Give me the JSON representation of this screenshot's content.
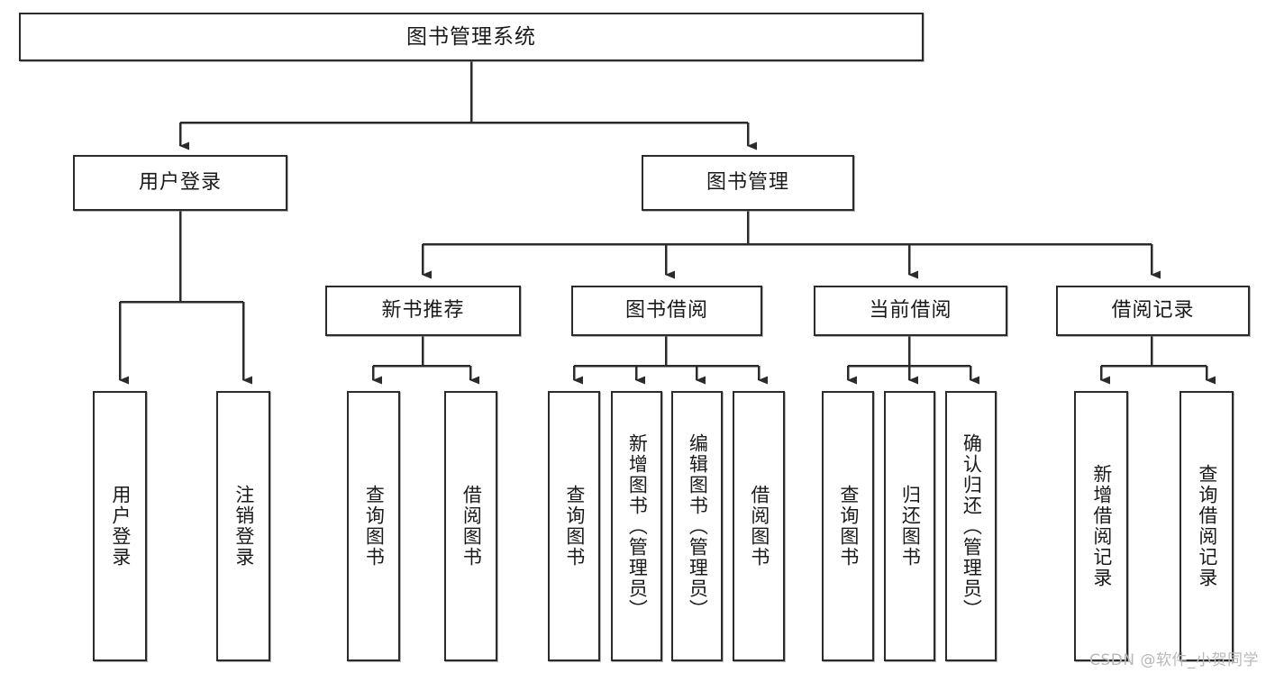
{
  "diagram": {
    "title": "图书管理系统",
    "type": "tree-hierarchy",
    "watermark": "CSDN @软件_小贺同学",
    "colors": {
      "box_border": "#2b2b2b",
      "box_fill": "#ffffff",
      "text": "#1a1a1a",
      "edge": "#2b2b2b",
      "watermark": "#b9b9b9",
      "canvas": "#ffffff"
    },
    "levels": {
      "level1": {
        "nodes": [
          {
            "id": "root",
            "label": "图书管理系统",
            "orientation": "horizontal"
          }
        ]
      },
      "level2": {
        "nodes": [
          {
            "id": "user-login",
            "label": "用户登录",
            "orientation": "horizontal"
          },
          {
            "id": "book-manage",
            "label": "图书管理",
            "orientation": "horizontal"
          }
        ]
      },
      "level3": {
        "nodes": [
          {
            "id": "new-book-rec",
            "label": "新书推荐",
            "orientation": "horizontal"
          },
          {
            "id": "book-borrow",
            "label": "图书借阅",
            "orientation": "horizontal"
          },
          {
            "id": "current-borrow",
            "label": "当前借阅",
            "orientation": "horizontal"
          },
          {
            "id": "borrow-record",
            "label": "借阅记录",
            "orientation": "horizontal"
          }
        ]
      },
      "level4": {
        "nodes": [
          {
            "id": "leaf-user-login",
            "label": "用户登录",
            "orientation": "vertical",
            "parent": "user-login"
          },
          {
            "id": "leaf-logout",
            "label": "注销登录",
            "orientation": "vertical",
            "parent": "user-login"
          },
          {
            "id": "leaf-query-book-1",
            "label": "查询图书",
            "orientation": "vertical",
            "parent": "new-book-rec"
          },
          {
            "id": "leaf-borrow-book-1",
            "label": "借阅图书",
            "orientation": "vertical",
            "parent": "new-book-rec"
          },
          {
            "id": "leaf-query-book-2",
            "label": "查询图书",
            "orientation": "vertical",
            "parent": "book-borrow"
          },
          {
            "id": "leaf-add-book",
            "label": "新增图书（管理员）",
            "orientation": "vertical",
            "parent": "book-borrow"
          },
          {
            "id": "leaf-edit-book",
            "label": "编辑图书（管理员）",
            "orientation": "vertical",
            "parent": "book-borrow"
          },
          {
            "id": "leaf-borrow-book-2",
            "label": "借阅图书",
            "orientation": "vertical",
            "parent": "book-borrow"
          },
          {
            "id": "leaf-query-book-3",
            "label": "查询图书",
            "orientation": "vertical",
            "parent": "current-borrow"
          },
          {
            "id": "leaf-return-book",
            "label": "归还图书",
            "orientation": "vertical",
            "parent": "current-borrow"
          },
          {
            "id": "leaf-confirm-return",
            "label": "确认归还（管理员）",
            "orientation": "vertical",
            "parent": "current-borrow"
          },
          {
            "id": "leaf-add-record",
            "label": "新增借阅记录",
            "orientation": "vertical",
            "parent": "borrow-record"
          },
          {
            "id": "leaf-query-record",
            "label": "查询借阅记录",
            "orientation": "vertical",
            "parent": "borrow-record"
          }
        ]
      }
    }
  }
}
